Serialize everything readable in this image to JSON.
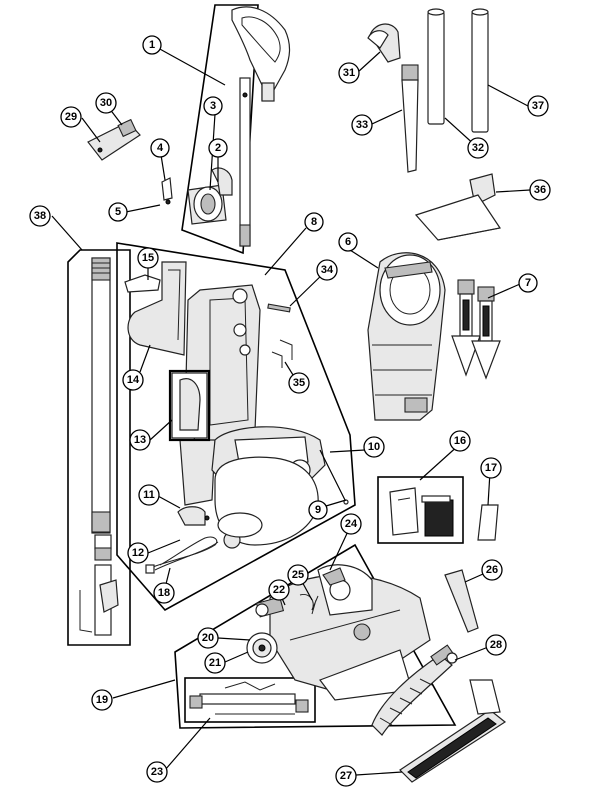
{
  "callouts": [
    {
      "id": "c1",
      "label": "1"
    },
    {
      "id": "c2",
      "label": "2"
    },
    {
      "id": "c3",
      "label": "3"
    },
    {
      "id": "c4",
      "label": "4"
    },
    {
      "id": "c5",
      "label": "5"
    },
    {
      "id": "c6",
      "label": "6"
    },
    {
      "id": "c7",
      "label": "7"
    },
    {
      "id": "c8",
      "label": "8"
    },
    {
      "id": "c9",
      "label": "9"
    },
    {
      "id": "c10",
      "label": "10"
    },
    {
      "id": "c11",
      "label": "11"
    },
    {
      "id": "c12",
      "label": "12"
    },
    {
      "id": "c13",
      "label": "13"
    },
    {
      "id": "c14",
      "label": "14"
    },
    {
      "id": "c15",
      "label": "15"
    },
    {
      "id": "c16",
      "label": "16"
    },
    {
      "id": "c17",
      "label": "17"
    },
    {
      "id": "c18",
      "label": "18"
    },
    {
      "id": "c19",
      "label": "19"
    },
    {
      "id": "c20",
      "label": "20"
    },
    {
      "id": "c21",
      "label": "21"
    },
    {
      "id": "c22",
      "label": "22"
    },
    {
      "id": "c23",
      "label": "23"
    },
    {
      "id": "c24",
      "label": "24"
    },
    {
      "id": "c25",
      "label": "25"
    },
    {
      "id": "c26",
      "label": "26"
    },
    {
      "id": "c27",
      "label": "27"
    },
    {
      "id": "c28",
      "label": "28"
    },
    {
      "id": "c29",
      "label": "29"
    },
    {
      "id": "c30",
      "label": "30"
    },
    {
      "id": "c31",
      "label": "31"
    },
    {
      "id": "c32",
      "label": "32"
    },
    {
      "id": "c33",
      "label": "33"
    },
    {
      "id": "c34",
      "label": "34"
    },
    {
      "id": "c35",
      "label": "35"
    },
    {
      "id": "c36",
      "label": "36"
    },
    {
      "id": "c37",
      "label": "37"
    },
    {
      "id": "c38",
      "label": "38"
    }
  ]
}
